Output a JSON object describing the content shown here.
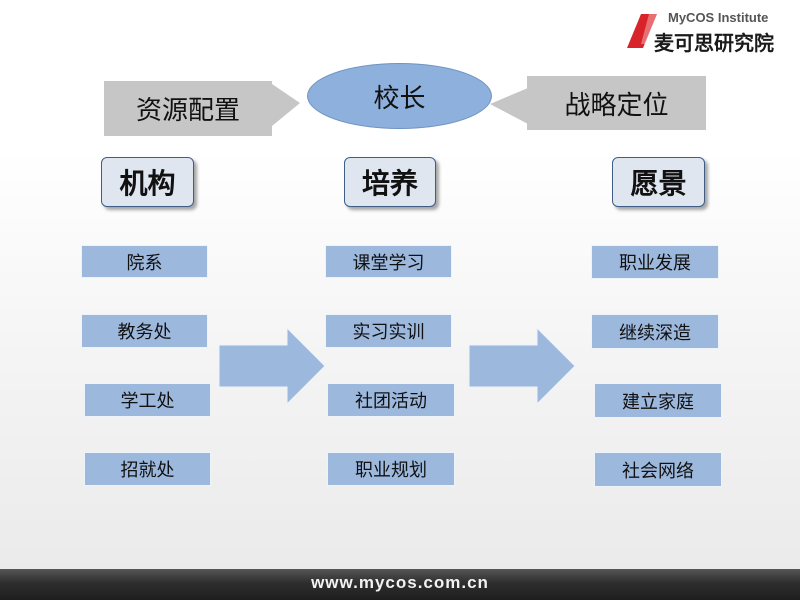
{
  "logo": {
    "en": "MyCOS Institute",
    "cn": "麦可思研究院",
    "accent": "#d9232a"
  },
  "top": {
    "center": "校长",
    "left": "资源配置",
    "right": "战略定位"
  },
  "columns": [
    {
      "header": "机构",
      "items": [
        "院系",
        "教务处",
        "学工处",
        "招就处"
      ]
    },
    {
      "header": "培养",
      "items": [
        "课堂学习",
        "实习实训",
        "社团活动",
        "职业规划"
      ]
    },
    {
      "header": "愿景",
      "items": [
        "职业发展",
        "继续深造",
        "建立家庭",
        "社会网络"
      ]
    }
  ],
  "footer": {
    "url": "www.mycos.com.cn"
  },
  "colors": {
    "item_fill": "#9db8dd",
    "arrow_fill": "#9db8dd",
    "ellipse_fill": "#8db0dc",
    "callout_fill": "#c6c6c6",
    "header_fill": "#dfe6f0",
    "header_border": "#3e5e86"
  }
}
